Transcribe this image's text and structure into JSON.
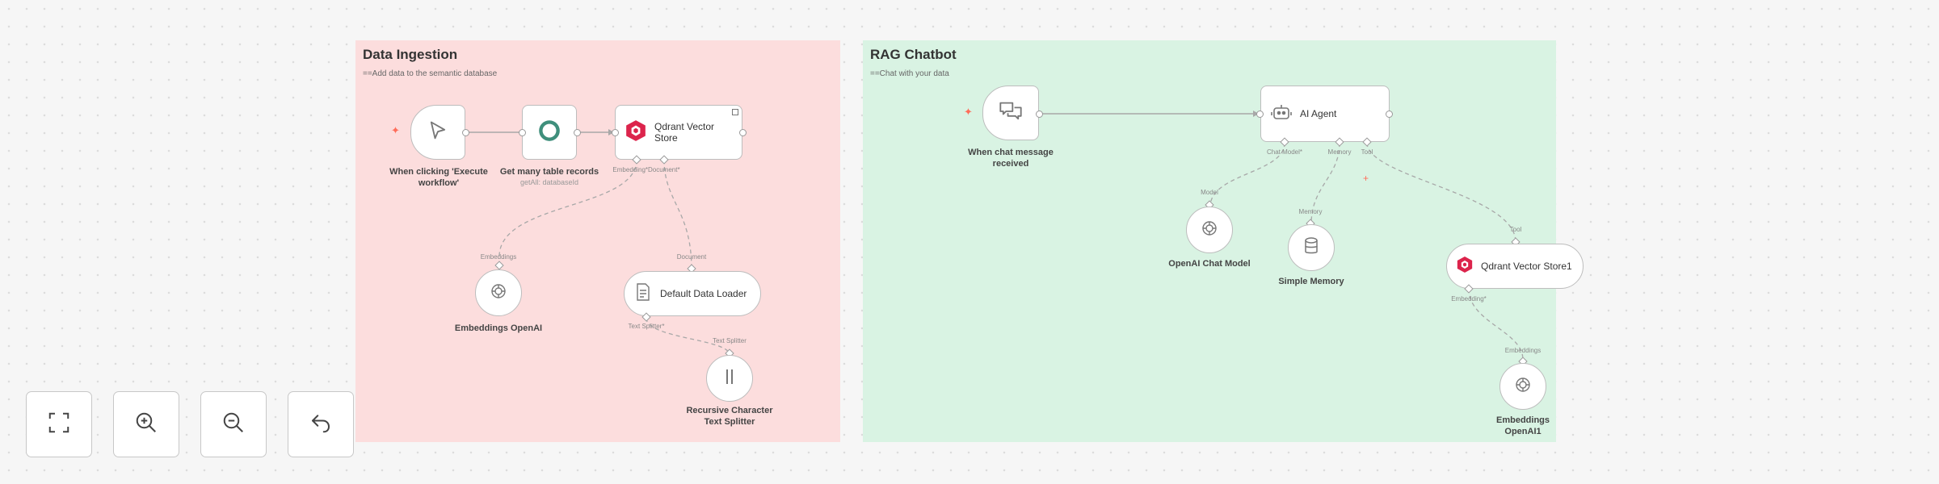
{
  "stickies": {
    "ingest": {
      "title": "Data Ingestion",
      "subtitle": "==Add data to the semantic database"
    },
    "rag": {
      "title": "RAG Chatbot",
      "subtitle": "==Chat with your data"
    }
  },
  "nodes": {
    "manual_trigger": {
      "label": "When clicking 'Execute\nworkflow'"
    },
    "get_records": {
      "label": "Get many table records",
      "sub": "getAll: databaseId"
    },
    "qdrant_store": {
      "label": "Qdrant Vector\nStore"
    },
    "embeddings_openai": {
      "label": "Embeddings OpenAI"
    },
    "default_loader": {
      "label": "Default Data Loader"
    },
    "text_splitter": {
      "label": "Recursive Character\nText Splitter"
    },
    "chat_trigger": {
      "label": "When chat message\nreceived"
    },
    "ai_agent": {
      "label": "AI Agent"
    },
    "openai_chat": {
      "label": "OpenAI Chat Model"
    },
    "simple_memory": {
      "label": "Simple Memory"
    },
    "qdrant_store1": {
      "label": "Qdrant Vector Store1"
    },
    "embeddings_openai1": {
      "label": "Embeddings\nOpenAI1"
    }
  },
  "ports": {
    "embedding_out": "Embedding*",
    "document_out": "Document*",
    "embeddings_in": "Embeddings",
    "document_in": "Document",
    "text_splitter_out": "Text Splitter*",
    "text_splitter_in": "Text Splitter",
    "chat_model_out": "Chat Model*",
    "memory_out": "Memory",
    "tool_out": "Tool",
    "model_in": "Model",
    "memory_in": "Memory",
    "tool_in": "Tool",
    "embedding1_out": "Embedding*",
    "embeddings1_in": "Embeddings"
  },
  "icons": {
    "manual_trigger": "cursor-icon",
    "get_records": "nocodb-icon",
    "qdrant": "qdrant-icon",
    "openai": "openai-icon",
    "loader": "document-icon",
    "splitter": "splitter-icon",
    "chat": "chat-bubbles-icon",
    "agent": "robot-icon",
    "memory": "database-icon",
    "trigger_bolt": "lightning-icon"
  },
  "colors": {
    "ingest_bg": "#fcdddd",
    "rag_bg": "#d9f3e3",
    "qdrant": "#dc244c",
    "trigger": "#ff6d5a",
    "nocodb": "#3f8f7c"
  },
  "controls": {
    "fit": "zoom-to-fit-icon",
    "zoom_in": "zoom-in-icon",
    "zoom_out": "zoom-out-icon",
    "reset": "undo-icon"
  }
}
